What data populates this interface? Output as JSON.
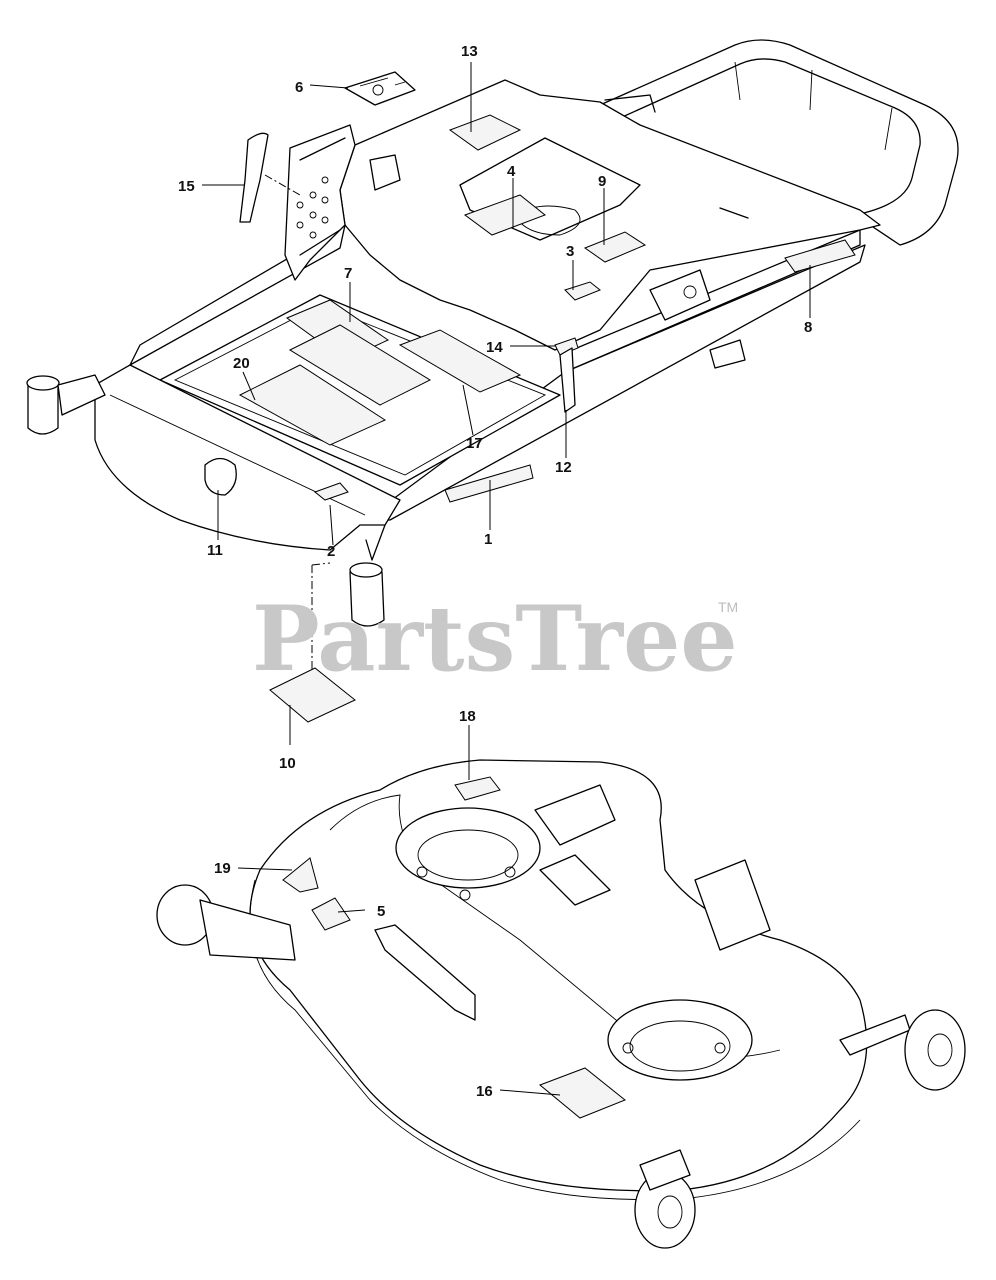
{
  "watermark": {
    "text": "PartsTree",
    "trademark": "TM"
  },
  "callouts": [
    {
      "id": "c1",
      "label": "1"
    },
    {
      "id": "c2",
      "label": "2"
    },
    {
      "id": "c3",
      "label": "3"
    },
    {
      "id": "c4",
      "label": "4"
    },
    {
      "id": "c5",
      "label": "5"
    },
    {
      "id": "c6",
      "label": "6"
    },
    {
      "id": "c7",
      "label": "7"
    },
    {
      "id": "c8",
      "label": "8"
    },
    {
      "id": "c9",
      "label": "9"
    },
    {
      "id": "c10",
      "label": "10"
    },
    {
      "id": "c11",
      "label": "11"
    },
    {
      "id": "c12",
      "label": "12"
    },
    {
      "id": "c13",
      "label": "13"
    },
    {
      "id": "c14",
      "label": "14"
    },
    {
      "id": "c15",
      "label": "15"
    },
    {
      "id": "c16",
      "label": "16"
    },
    {
      "id": "c17",
      "label": "17"
    },
    {
      "id": "c18",
      "label": "18"
    },
    {
      "id": "c19",
      "label": "19"
    },
    {
      "id": "c20",
      "label": "20"
    }
  ]
}
